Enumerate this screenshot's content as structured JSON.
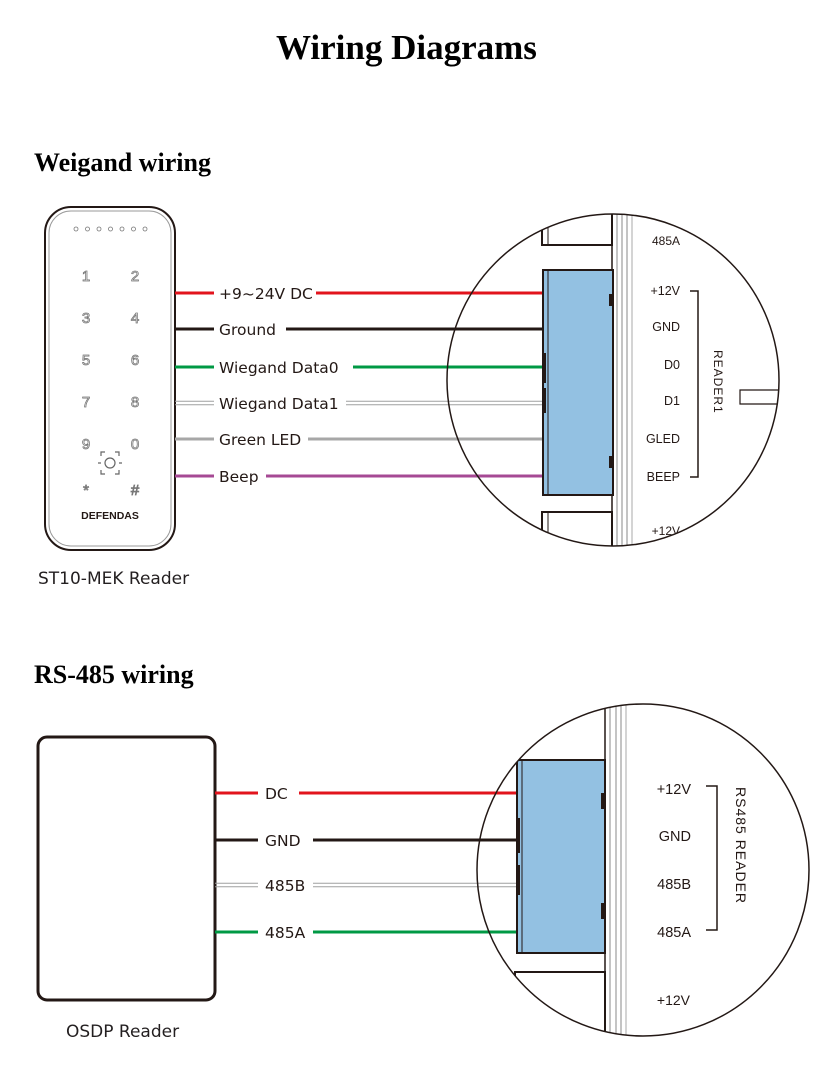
{
  "title": "Wiring Diagrams",
  "weigand": {
    "heading": "Weigand wiring",
    "reader_caption": "ST10-MEK Reader",
    "brand": "DEFENDAS",
    "keys": [
      "1",
      "2",
      "3",
      "4",
      "5",
      "6",
      "7",
      "8",
      "9",
      "0",
      "*",
      "#"
    ],
    "wires": [
      {
        "label": "+9~24V DC",
        "color": "#e2141d",
        "style": "solid",
        "terminal": "+12V"
      },
      {
        "label": "Ground",
        "color": "#231815",
        "style": "solid",
        "terminal": "GND"
      },
      {
        "label": "Wiegand Data0",
        "color": "#009944",
        "style": "solid",
        "terminal": "D0"
      },
      {
        "label": "Wiegand Data1",
        "color": "#9fa0a0",
        "style": "double",
        "terminal": "D1"
      },
      {
        "label": "Green LED",
        "color": "#a7a7a7",
        "style": "solid",
        "terminal": "GLED"
      },
      {
        "label": "Beep",
        "color": "#a64994",
        "style": "solid",
        "terminal": "BEEP"
      }
    ],
    "terminal_above": "485A",
    "terminal_below": "+12V",
    "group_label": "READER1"
  },
  "rs485": {
    "heading": "RS-485 wiring",
    "reader_caption": "OSDP Reader",
    "wires": [
      {
        "label": "DC",
        "color": "#e2141d",
        "style": "solid",
        "terminal": "+12V"
      },
      {
        "label": "GND",
        "color": "#231815",
        "style": "solid",
        "terminal": "GND"
      },
      {
        "label": "485B",
        "color": "#9fa0a0",
        "style": "double",
        "terminal": "485B"
      },
      {
        "label": "485A",
        "color": "#009944",
        "style": "solid",
        "terminal": "485A"
      }
    ],
    "terminal_below": "+12V",
    "group_label": "RS485 READER"
  },
  "colors": {
    "connector_fill": "#93c1e2",
    "outline": "#231815"
  }
}
